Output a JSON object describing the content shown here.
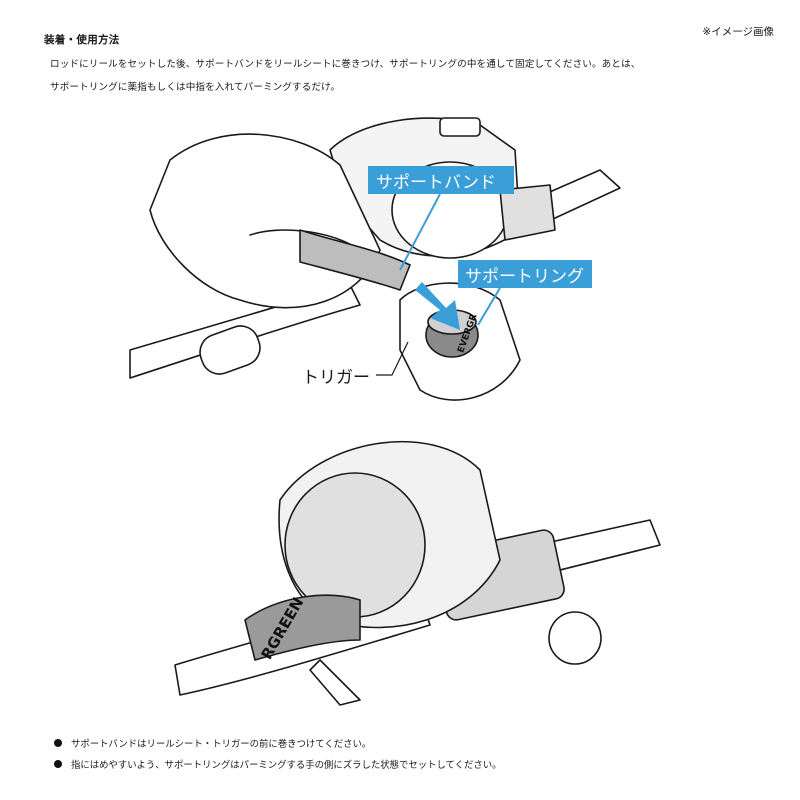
{
  "header": {
    "section_title": "装着・使用方法",
    "image_note": "※イメージ画像"
  },
  "intro": {
    "line1": "ロッドにリールをセットした後、サポートバンドをリールシートに巻きつけ、サポートリングの中を通して固定してください。あとは、",
    "line2": "サポートリングに薬指もしくは中指を入れてパーミングするだけ。"
  },
  "illustration_top": {
    "callout_band": "サポートバンド",
    "callout_ring": "サポートリング",
    "callout_trigger": "トリガー",
    "ring_print": "EVERGR",
    "accent_color": "#3a9ed8"
  },
  "illustration_bottom": {
    "band_print": "RGREEN"
  },
  "notes": [
    "サポートバンドはリールシート・トリガーの前に巻きつけてください。",
    "指にはめやすいよう、サポートリングはパーミングする手の側にズラした状態でセットしてください。"
  ]
}
